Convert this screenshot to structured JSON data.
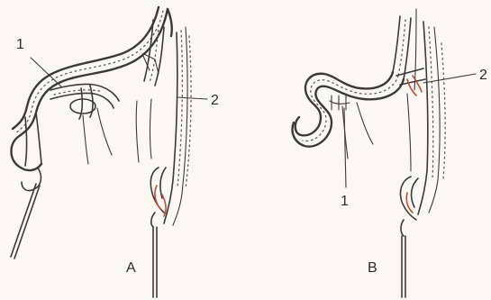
{
  "figure": {
    "panel_a": {
      "panel_label": "A",
      "callout_1": "1",
      "callout_2": "2"
    },
    "panel_b": {
      "panel_label": "B",
      "callout_1": "1",
      "callout_2": "2"
    },
    "colors": {
      "background": "#fbf8f4",
      "ink": "#3a3a3a",
      "tissue_red": "#c24a3a"
    }
  }
}
